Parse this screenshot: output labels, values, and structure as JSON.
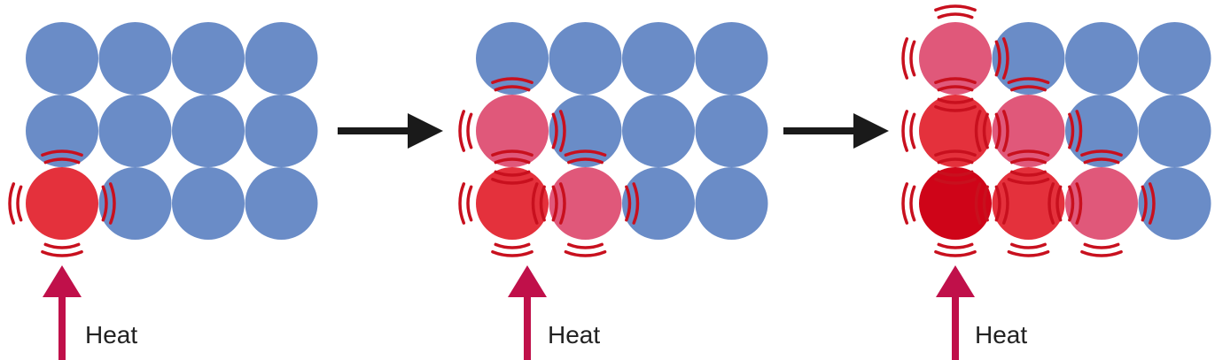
{
  "colors": {
    "cold": "#6a8cc7",
    "warm": "#e0587a",
    "hot": "#e4313c",
    "hottest": "#cf0418",
    "vibration": "#c8101e",
    "heat_arrow": "#c0104a",
    "process_arrow": "#1a1a1a",
    "label_text": "#222222"
  },
  "panels": [
    {
      "heat_label": "Heat",
      "grid": [
        [
          "cold",
          "cold",
          "cold",
          "cold"
        ],
        [
          "cold",
          "cold",
          "cold",
          "cold"
        ],
        [
          "hot",
          "cold",
          "cold",
          "cold"
        ]
      ]
    },
    {
      "heat_label": "Heat",
      "grid": [
        [
          "cold",
          "cold",
          "cold",
          "cold"
        ],
        [
          "warm",
          "cold",
          "cold",
          "cold"
        ],
        [
          "hot",
          "warm",
          "cold",
          "cold"
        ]
      ]
    },
    {
      "heat_label": "Heat",
      "grid": [
        [
          "warm",
          "cold",
          "cold",
          "cold"
        ],
        [
          "hot",
          "warm",
          "cold",
          "cold"
        ],
        [
          "hottest",
          "hot",
          "warm",
          "cold"
        ]
      ]
    }
  ],
  "icons": {
    "process_arrow": "right-arrow-icon",
    "heat_arrow": "up-arrow-icon",
    "vibration": "vibration-arcs-icon"
  }
}
